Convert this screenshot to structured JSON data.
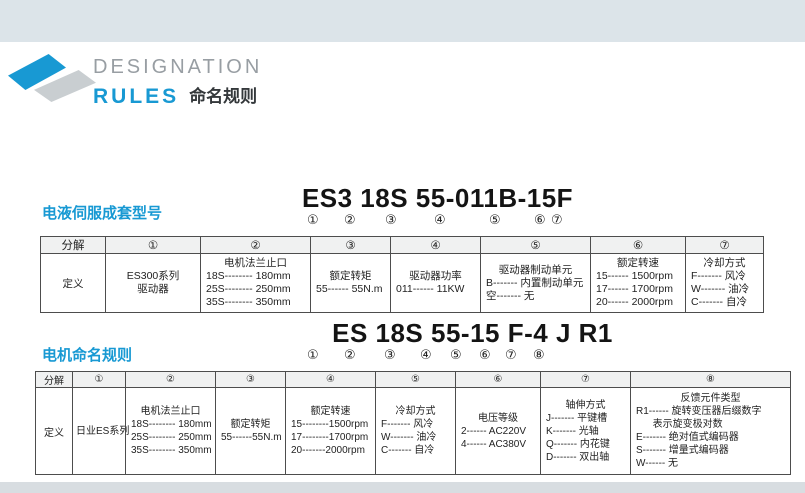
{
  "colors": {
    "accent_blue": "#1899d3",
    "top_band": "#dce4e9",
    "bottom_band": "#d8dde1",
    "table_header_bg": "#f0f1f1"
  },
  "brand": {
    "title_en": "DESIGNATION",
    "title_rules": "RULES",
    "title_cn": "命名规则"
  },
  "section1": {
    "title": "电液伺服成套型号",
    "model": "ES3 18S 55-011B-15F",
    "markers": [
      "①",
      "②",
      "③",
      "④",
      "⑤",
      "⑥",
      "⑦"
    ],
    "table": {
      "header_label": "分解",
      "row_label": "定义",
      "cols": [
        {
          "num": "①",
          "lines": [
            "ES300系列",
            "驱动器"
          ]
        },
        {
          "num": "②",
          "title": "电机法兰止口",
          "lines": [
            "18S-------- 180mm",
            "25S-------- 250mm",
            "35S-------- 350mm"
          ]
        },
        {
          "num": "③",
          "title": "额定转矩",
          "lines": [
            "55------ 55N.m"
          ]
        },
        {
          "num": "④",
          "title": "驱动器功率",
          "lines": [
            "011------ 11KW"
          ]
        },
        {
          "num": "⑤",
          "title": "驱动器制动单元",
          "lines": [
            "B------- 内置制动单元",
            "空------- 无"
          ]
        },
        {
          "num": "⑥",
          "title": "额定转速",
          "lines": [
            "15------ 1500rpm",
            "17------ 1700rpm",
            "20------ 2000rpm"
          ]
        },
        {
          "num": "⑦",
          "title": "冷却方式",
          "lines": [
            "F------- 风冷",
            "W------- 油冷",
            "C------- 自冷"
          ]
        }
      ]
    }
  },
  "section2": {
    "title": "电机命名规则",
    "model": "ES 18S 55-15 F-4 J R1",
    "markers": [
      "①",
      "②",
      "③",
      "④",
      "⑤",
      "⑥",
      "⑦",
      "⑧"
    ],
    "table": {
      "header_label": "分解",
      "row_label": "定义",
      "cols": [
        {
          "num": "①",
          "lines": [
            "日业ES系列"
          ]
        },
        {
          "num": "②",
          "title": "电机法兰止口",
          "lines": [
            "18S-------- 180mm",
            "25S-------- 250mm",
            "35S-------- 350mm"
          ]
        },
        {
          "num": "③",
          "title": "额定转矩",
          "lines": [
            "55------55N.m"
          ]
        },
        {
          "num": "④",
          "title": "额定转速",
          "lines": [
            "15--------1500rpm",
            "17--------1700rpm",
            "20-------2000rpm"
          ]
        },
        {
          "num": "⑤",
          "title": "冷却方式",
          "lines": [
            "F------- 风冷",
            "W------- 油冷",
            "C------- 自冷"
          ]
        },
        {
          "num": "⑥",
          "title": "电压等级",
          "lines": [
            "2------ AC220V",
            "4------ AC380V"
          ]
        },
        {
          "num": "⑦",
          "title": "轴伸方式",
          "lines": [
            "J------- 平键槽",
            "K------- 光轴",
            "Q------- 内花键",
            "D------- 双出轴"
          ]
        },
        {
          "num": "⑧",
          "title": "反馈元件类型",
          "lines": [
            "R1------ 旋转变压器后缀数字",
            "      表示旋变极对数",
            "E------- 绝对值式编码器",
            "S------- 增量式编码器",
            "W------ 无"
          ]
        }
      ]
    }
  }
}
